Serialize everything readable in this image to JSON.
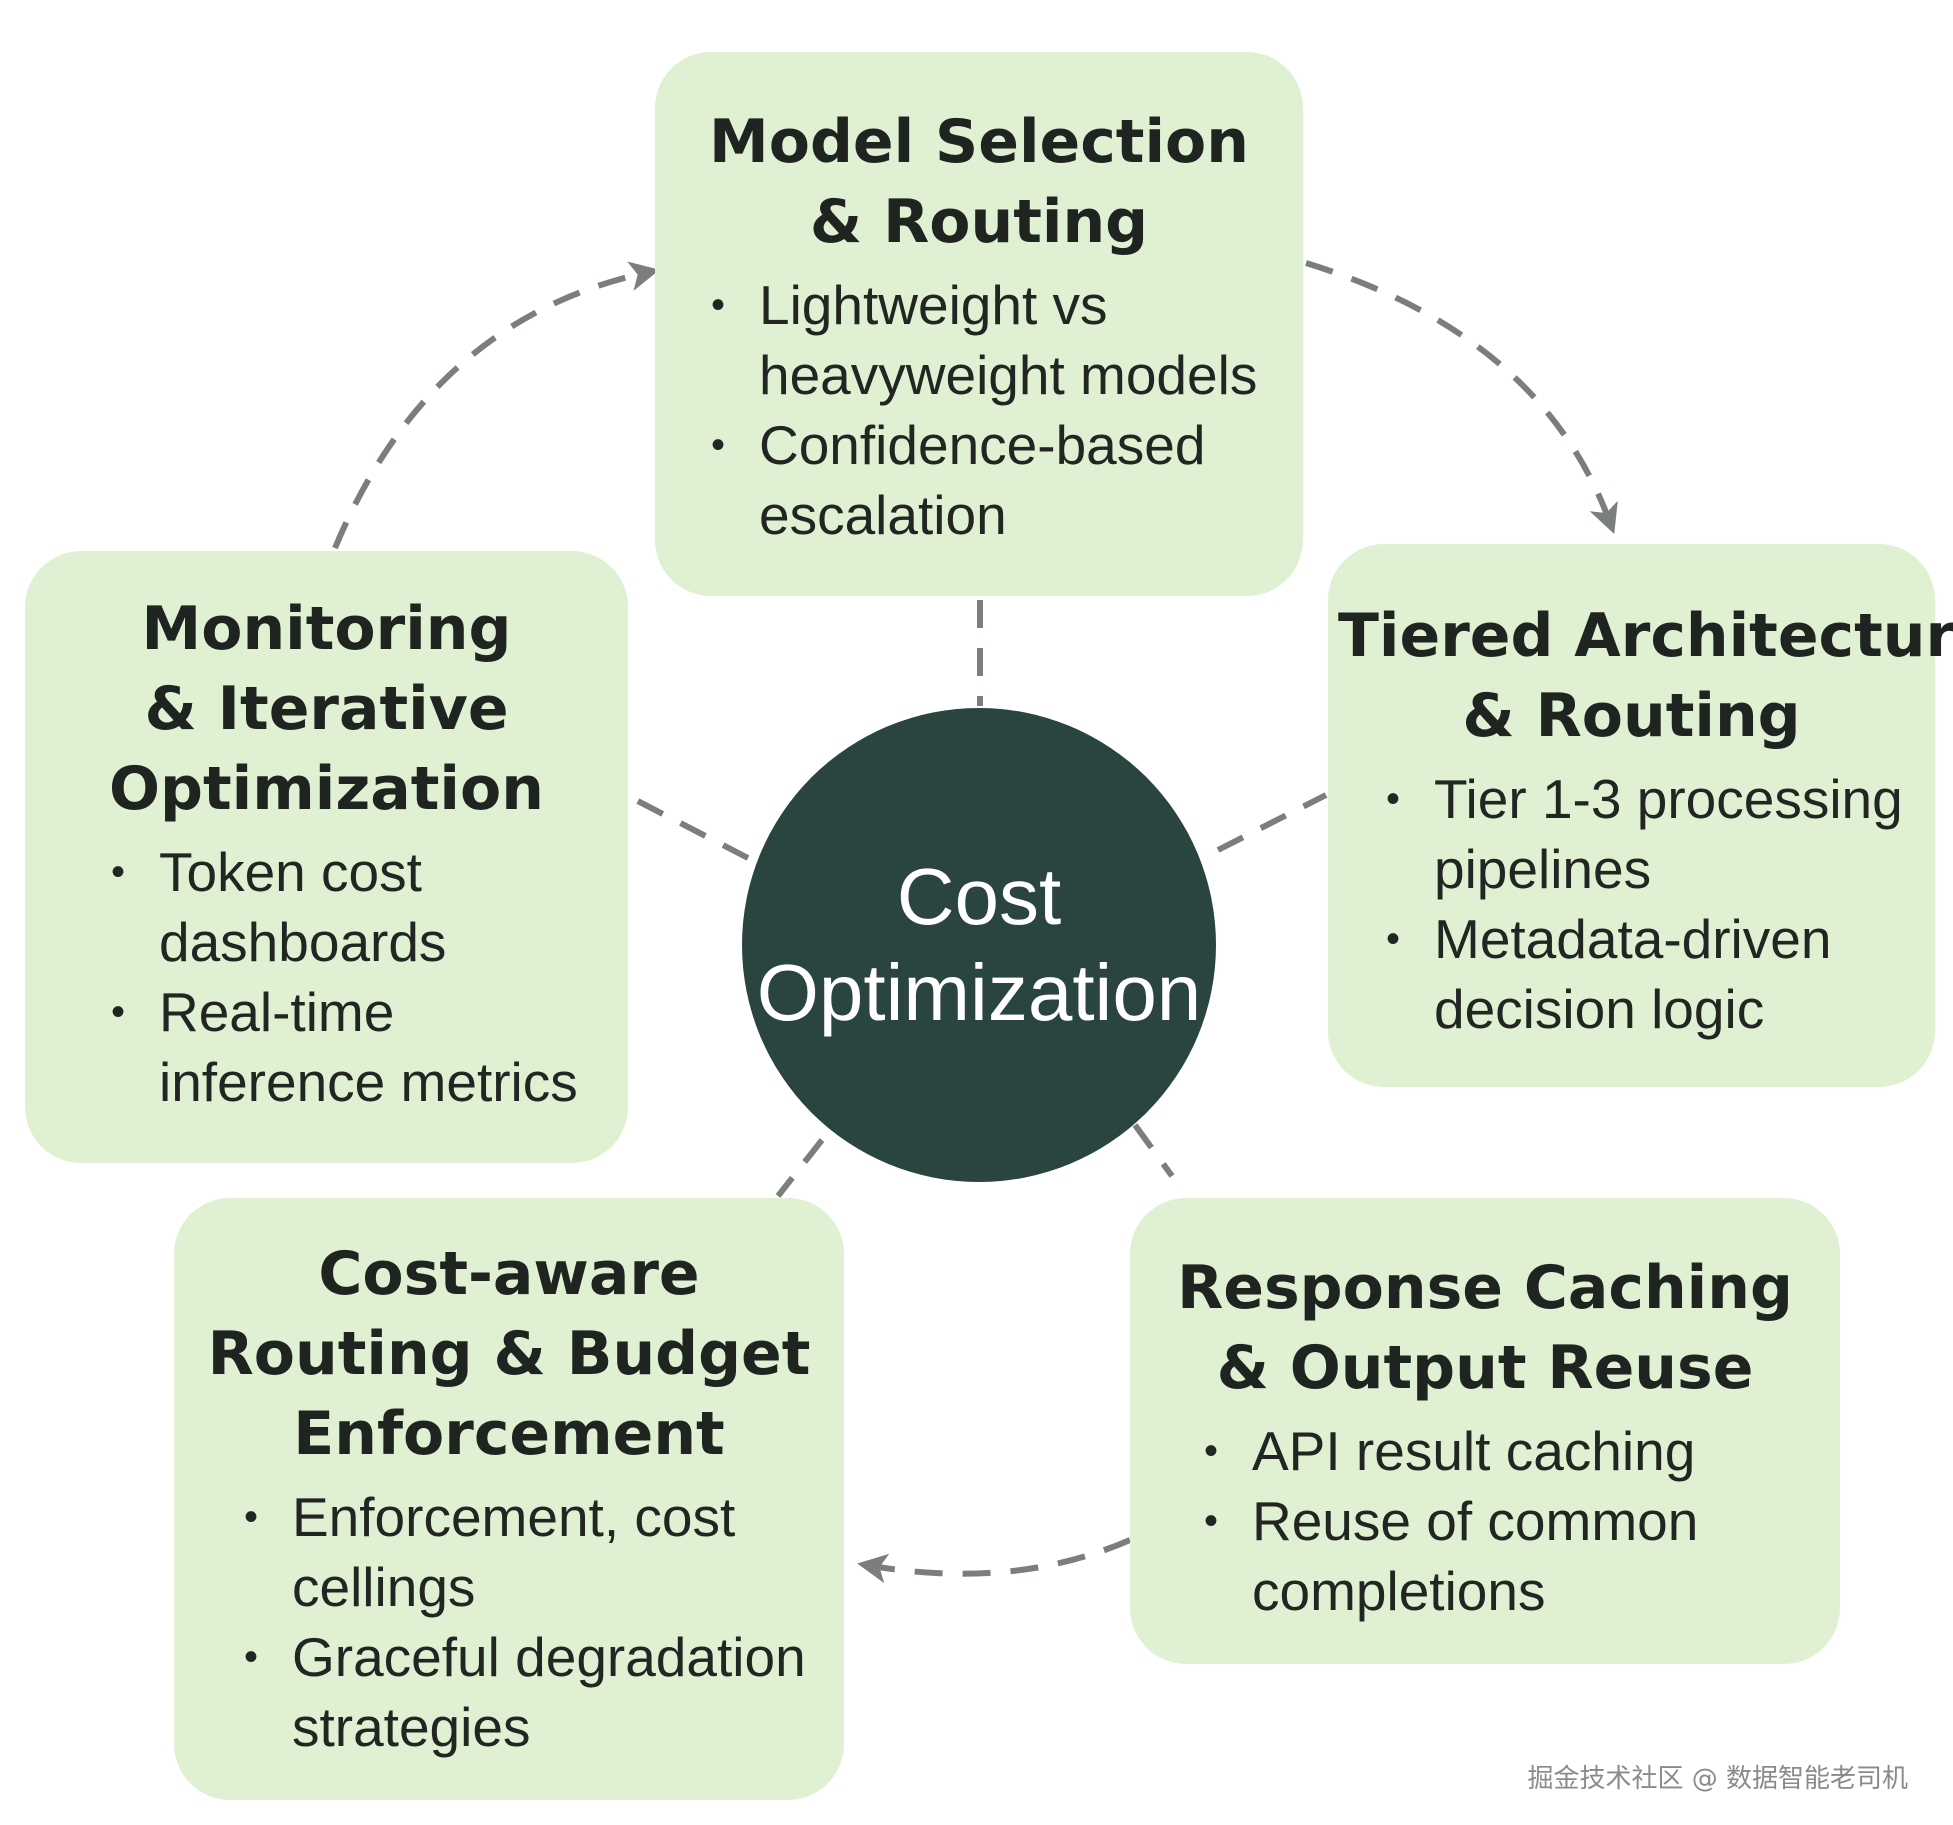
{
  "center": {
    "lines": [
      "Cost",
      "Optimization"
    ]
  },
  "cards": [
    {
      "id": "model-selection",
      "title_lines": [
        "Model Selection",
        "& Routing"
      ],
      "bullets": [
        [
          "Lightweight vs",
          "heavyweight models"
        ],
        [
          "Confidence-based",
          "escalation"
        ]
      ]
    },
    {
      "id": "tiered-architecture",
      "title_lines": [
        "Tiered Architecture",
        "& Routing"
      ],
      "bullets": [
        [
          "Tier 1-3 processing",
          "pipelines"
        ],
        [
          "Metadata-driven",
          "decision logic"
        ]
      ]
    },
    {
      "id": "response-caching",
      "title_lines": [
        "Response Caching",
        "& Output Reuse"
      ],
      "bullets": [
        [
          "API result caching"
        ],
        [
          "Reuse of common",
          "completions"
        ]
      ]
    },
    {
      "id": "cost-aware-routing",
      "title_lines": [
        "Cost-aware",
        "Routing & Budget",
        "Enforcement"
      ],
      "bullets": [
        [
          "Enforcement, cost",
          "cellings"
        ],
        [
          "Graceful degradation",
          "strategies"
        ]
      ]
    },
    {
      "id": "monitoring",
      "title_lines": [
        "Monitoring",
        "& Iterative",
        "Optimization"
      ],
      "bullets": [
        [
          "Token cost",
          "dashboards"
        ],
        [
          "Real-time",
          "inference metrics"
        ]
      ]
    }
  ],
  "bullet_symbol": "•",
  "colors": {
    "card_fill": "#dff0d3",
    "hub_fill": "#2a4540",
    "connector": "#7a7f7c",
    "text": "#1f2421"
  },
  "watermark": "掘金技术社区 @ 数据智能老司机"
}
